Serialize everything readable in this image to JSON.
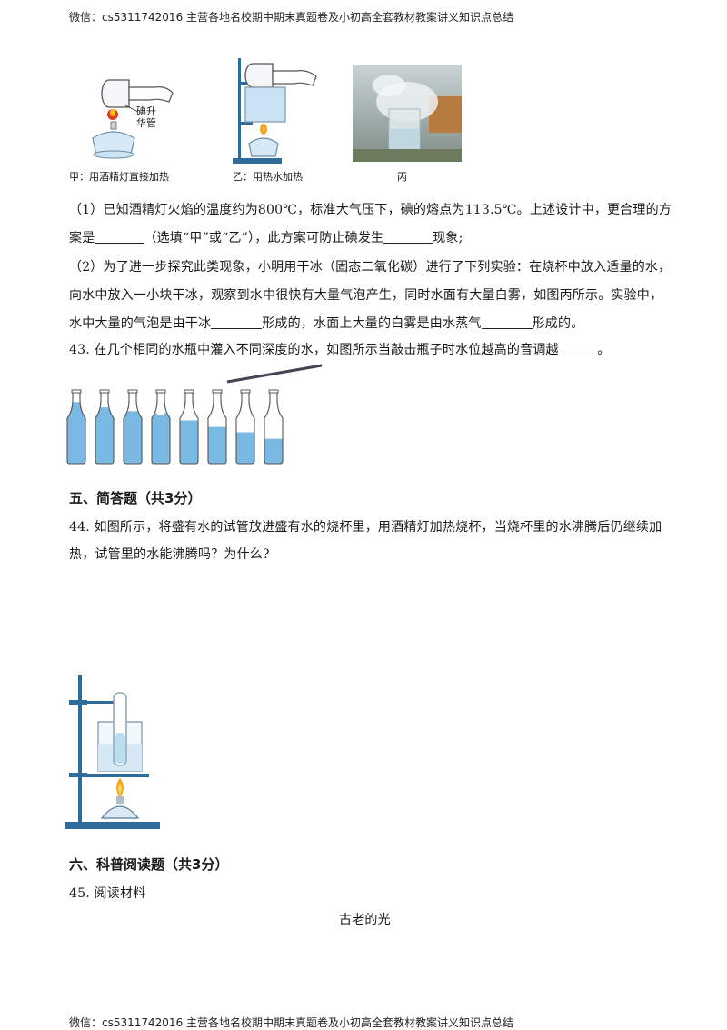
{
  "header": "微信：cs5311742016 主营各地名校期中期末真题卷及小初高全套教材教案讲义知识点总结",
  "footer": "微信：cs5311742016 主营各地名校期中期末真题卷及小初高全套教材教案讲义知识点总结",
  "figures_top": {
    "tube_label": "碘升华管",
    "caption_jia": "甲：用酒精灯直接加热",
    "caption_yi": "乙：用热水加热",
    "caption_bing": "丙"
  },
  "q42": {
    "p1a": "（1）已知酒精灯火焰的温度约为800℃，标准大气压下，碘的熔点为113.5℃。上述设计中，更合理的方",
    "p1b_1": "案是",
    "p1b_2": "（选填“甲”或“乙”），此方案可防止碘发生",
    "p1b_3": "现象;",
    "p2a": "（2）为了进一步探究此类现象，小明用干冰（固态二氧化碳）进行了下列实验：在烧杯中放入适量的水，",
    "p2b": "向水中放入一小块干冰，观察到水中很快有大量气泡产生，同时水面有大量白雾，如图丙所示。实验中，",
    "p2c_1": "水中大量的气泡是由干冰",
    "p2c_2": "形成的，水面上大量的白雾是由水蒸气",
    "p2c_3": "形成的。"
  },
  "q43": {
    "text_1": "43. 在几个相同的水瓶中灌入不同深度的水，如图所示当敲击瓶子时水位越高的音调越",
    "text_2": "。",
    "water_levels": [
      0.94,
      0.86,
      0.8,
      0.74,
      0.66,
      0.56,
      0.48,
      0.38
    ]
  },
  "sec5": {
    "title": "五、简答题（共3分）"
  },
  "q44": {
    "line1": "44. 如图所示，将盛有水的试管放进盛有水的烧杯里，用酒精灯加热烧杯，当烧杯里的水沸腾后仍继续加",
    "line2": "热，试管里的水能沸腾吗？为什么?"
  },
  "sec6": {
    "title": "六、科普阅读题（共3分）"
  },
  "q45": {
    "label": "45. 阅读材料",
    "title": "古老的光"
  },
  "colors": {
    "water": "#7ab9e3",
    "frame": "#2f6c9a",
    "flame": "#f2a623",
    "glass": "#8fa6b6"
  }
}
